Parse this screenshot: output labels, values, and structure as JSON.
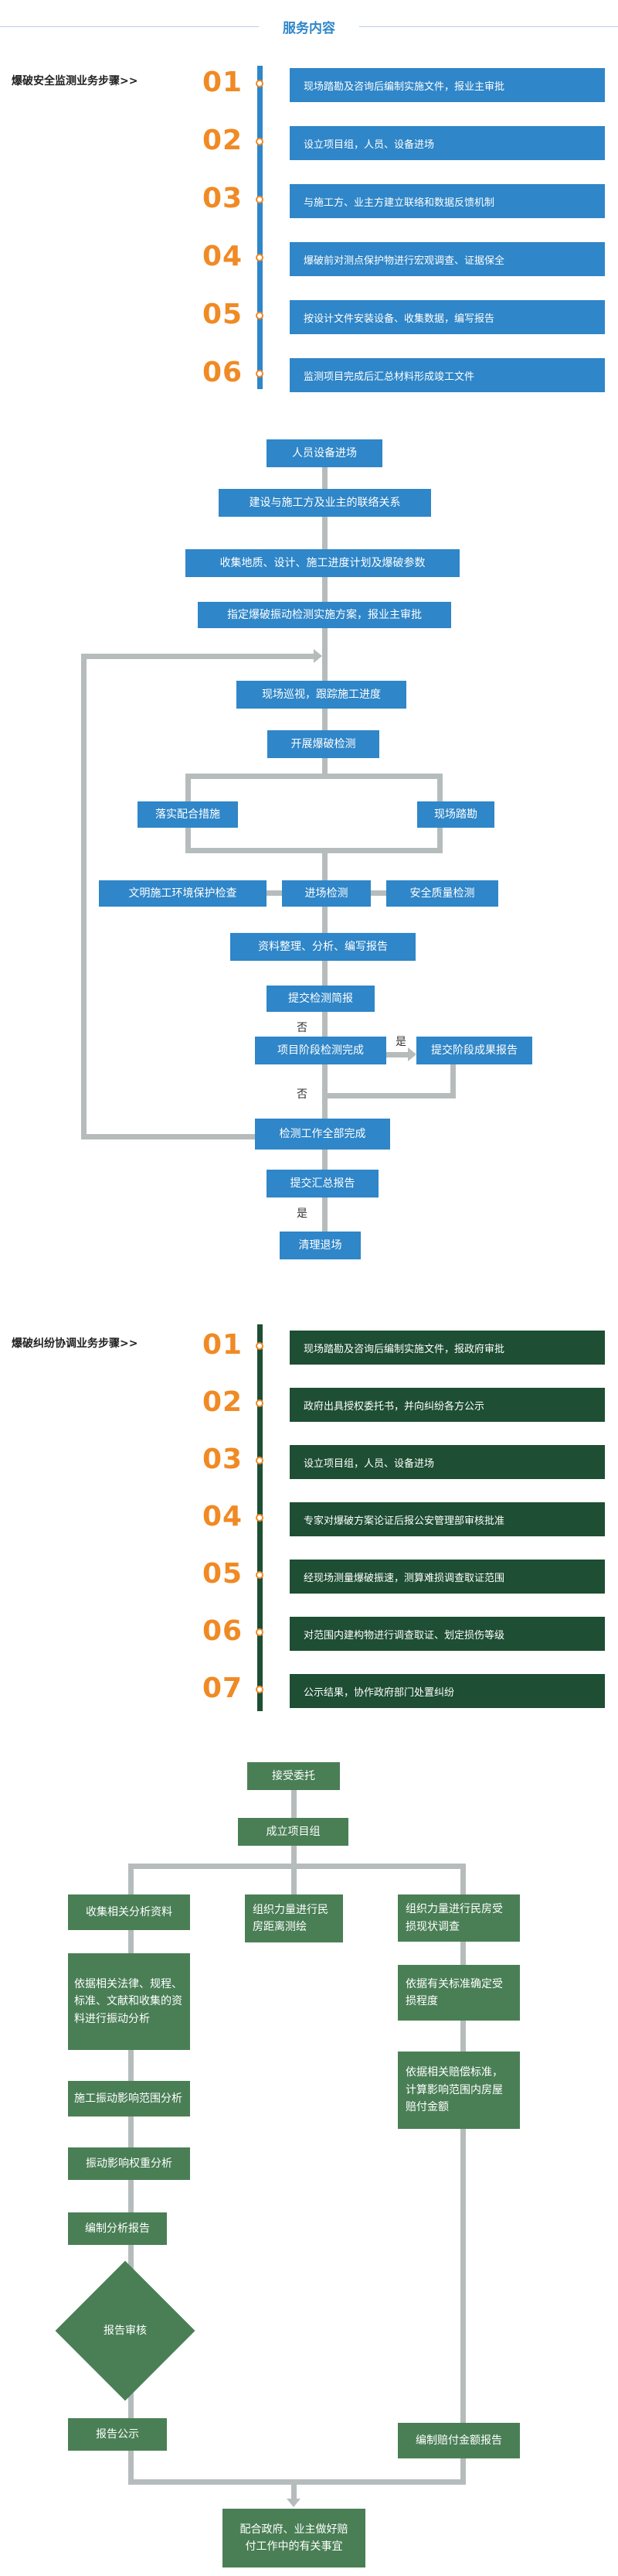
{
  "header": {
    "title": "服务内容"
  },
  "section1": {
    "title": "爆破安全监测业务步骤>>",
    "steps": [
      {
        "num": "01",
        "text": "现场踏勘及咨询后编制实施文件，报业主审批"
      },
      {
        "num": "02",
        "text": "设立项目组，人员、设备进场"
      },
      {
        "num": "03",
        "text": "与施工方、业主方建立联络和数据反馈机制"
      },
      {
        "num": "04",
        "text": "爆破前对测点保护物进行宏观调查、证据保全"
      },
      {
        "num": "05",
        "text": "按设计文件安装设备、收集数据，编写报告"
      },
      {
        "num": "06",
        "text": "监测项目完成后汇总材料形成竣工文件"
      }
    ]
  },
  "flow1": {
    "n1": "人员设备进场",
    "n2": "建设与施工方及业主的联络关系",
    "n3": "收集地质、设计、施工进度计划及爆破参数",
    "n4": "指定爆破振动检测实施方案，报业主审批",
    "n5": "现场巡视，跟踪施工进度",
    "n6": "开展爆破检测",
    "n7": "落实配合措施",
    "n8": "现场踏勘",
    "n9": "文明施工环境保护检查",
    "n10": "进场检测",
    "n11": "安全质量检测",
    "n12": "资料整理、分析、编写报告",
    "n13": "提交检测简报",
    "n14": "项目阶段检测完成",
    "n15": "提交阶段成果报告",
    "n16": "检测工作全部完成",
    "n17": "提交汇总报告",
    "n18": "清理退场",
    "no1": "否",
    "yes1": "是",
    "no2": "否",
    "yes2": "是"
  },
  "section2": {
    "title": "爆破纠纷协调业务步骤>>",
    "steps": [
      {
        "num": "01",
        "text": "现场踏勘及咨询后编制实施文件，报政府审批"
      },
      {
        "num": "02",
        "text": "政府出具授权委托书，并向纠纷各方公示"
      },
      {
        "num": "03",
        "text": "设立项目组，人员、设备进场"
      },
      {
        "num": "04",
        "text": "专家对爆破方案论证后报公安管理部审核批准"
      },
      {
        "num": "05",
        "text": "经现场测量爆破振速，测算难损调查取证范围"
      },
      {
        "num": "06",
        "text": "对范围内建构物进行调查取证、划定损伤等级"
      },
      {
        "num": "07",
        "text": "公示结果，协作政府部门处置纠纷"
      }
    ]
  },
  "flow2": {
    "m1": "接受委托",
    "m2": "成立项目组",
    "a1": "收集相关分析资料",
    "a2": "依据相关法律、规程、标准、文献和收集的资料进行振动分析",
    "a3": "施工振动影响范围分析",
    "a4": "振动影响权重分析",
    "a5": "编制分析报告",
    "a6": "报告审核",
    "a7": "报告公示",
    "b1": "组织力量进行民房距离测绘",
    "c1": "组织力量进行民房受损现状调查",
    "c2": "依据有关标准确定受损程度",
    "c3": "依据相关赔偿标准，计算影响范围内房屋赔付金额",
    "c4": "编制赔付金额报告",
    "end": "配合政府、业主做好赔付工作中的有关事宜"
  },
  "colors": {
    "blue": "#2f86c8",
    "green": "#4a7f56",
    "darkGreen": "#1e4e33",
    "orange": "#f08a24",
    "line": "#b6bcbc"
  }
}
